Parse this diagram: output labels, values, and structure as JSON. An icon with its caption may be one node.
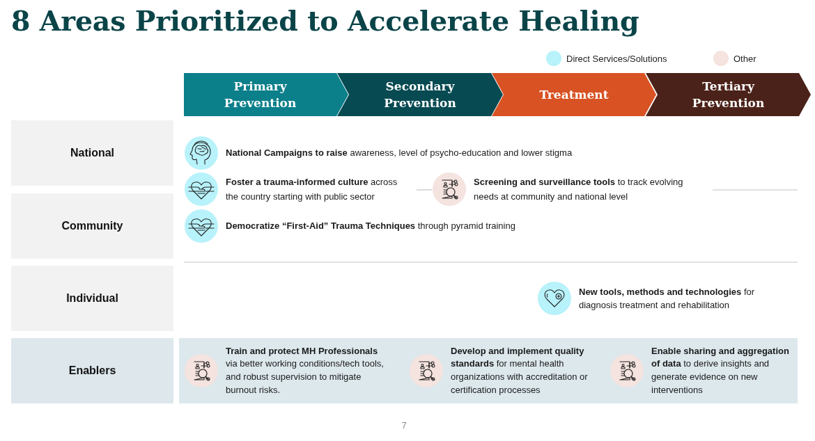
{
  "diagram": {
    "title": "8 Areas Prioritized to Accelerate Healing",
    "nodes": [
      {
        "text": [
          "Primary Prevention"
        ]
      },
      {
        "text": [
          "Secondary Prevention"
        ]
      },
      {
        "text": [
          "Treatment"
        ]
      },
      {
        "text": [
          "Tertiary Prevention"
        ]
      },
      {
        "text": [
          "National"
        ]
      },
      {
        "text": [
          "Community"
        ]
      },
      {
        "text": [
          "Individual"
        ]
      },
      {
        "text": [
          "Enablers"
        ]
      },
      {
        "text": [
          "**National Campaigns to raise** awareness, level of psycho-education and lower stigma"
        ]
      },
      {
        "text": [
          "**Foster a trauma-informed culture** across the country starting with public sector"
        ]
      },
      {
        "text": [
          "**Screening and surveillance tools** to track evolving needs at community and national level"
        ]
      },
      {
        "text": [
          "**Democratize “First-Aid” Trauma Techniques** through pyramid training"
        ]
      },
      {
        "text": [
          "**New tools, methods and technologies** for diagnosis treatment and rehabilitation"
        ]
      },
      {
        "text": [
          "**Train and protect MH Professionals** via better working conditions/tech tools, and robust supervision to mitigate burnout risks."
        ]
      },
      {
        "text": [
          "**Develop and implement quality standards** for mental health organizations with accreditation or certification processes"
        ]
      },
      {
        "text": [
          "**Enable sharing and aggregation of data** to derive insights and generate evidence on new interventions"
        ]
      }
    ],
    "labels": [
      "7"
    ],
    "legend": [
      {
        "text": "Direct Services/Solutions",
        "color": "#b8f2fa"
      },
      {
        "text": "Other",
        "color": "#f4e3df"
      }
    ]
  }
}
